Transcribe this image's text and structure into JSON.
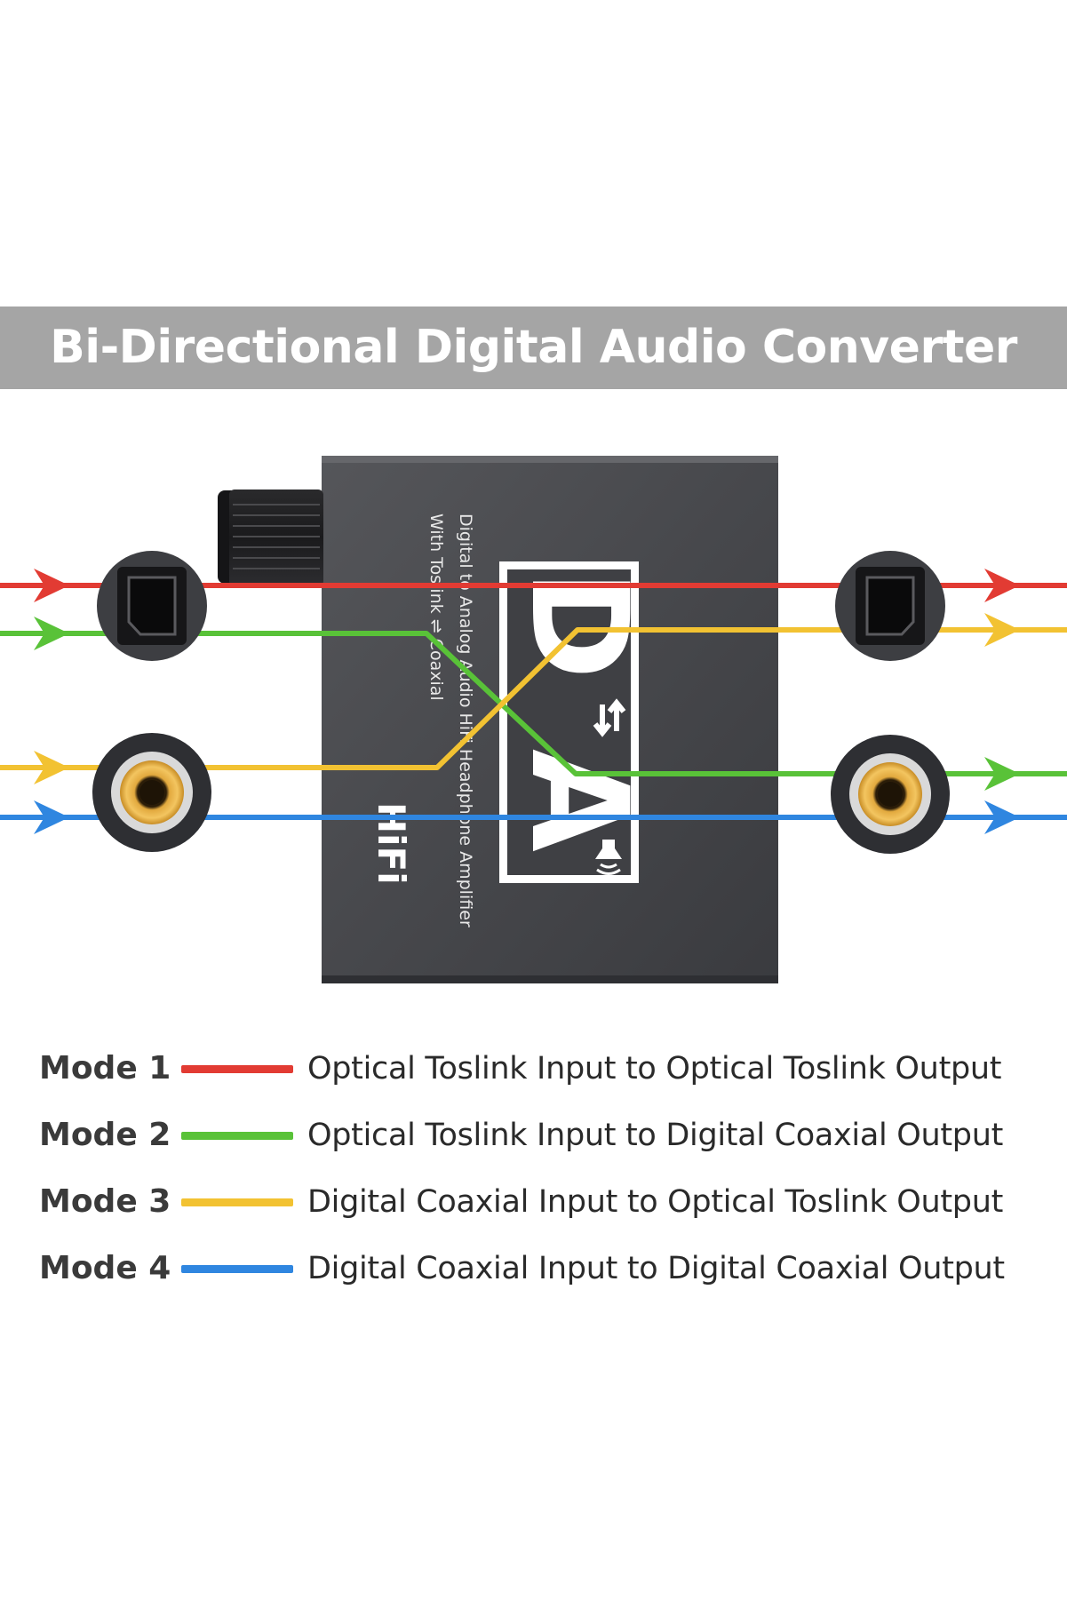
{
  "title": "Bi-Directional Digital Audio Converter",
  "device": {
    "label_line1": "Digital to Analog Audio HiFi Headphone Amplifier",
    "label_line2": "With Toslink ⇌ Coaxial",
    "brand_text": "HiFi",
    "logo_d": "D",
    "logo_a": "A"
  },
  "colors": {
    "mode1": "#e23b33",
    "mode2": "#59c238",
    "mode3": "#f2c232",
    "mode4": "#2f86e0",
    "banner": "#a5a5a5"
  },
  "legend": [
    {
      "mode": "Mode 1",
      "color": "#e23b33",
      "description": "Optical Toslink Input to Optical Toslink Output"
    },
    {
      "mode": "Mode 2",
      "color": "#59c238",
      "description": "Optical Toslink Input to Digital Coaxial Output"
    },
    {
      "mode": "Mode 3",
      "color": "#f2c232",
      "description": "Digital Coaxial Input to Optical Toslink Output"
    },
    {
      "mode": "Mode 4",
      "color": "#2f86e0",
      "description": "Digital Coaxial Input to Digital Coaxial Output"
    }
  ],
  "icons": [
    "volume-knob-icon",
    "optical-port-icon",
    "coaxial-port-icon",
    "arrow-right-icon",
    "speaker-wave-icon",
    "bidirectional-arrow-icon"
  ]
}
